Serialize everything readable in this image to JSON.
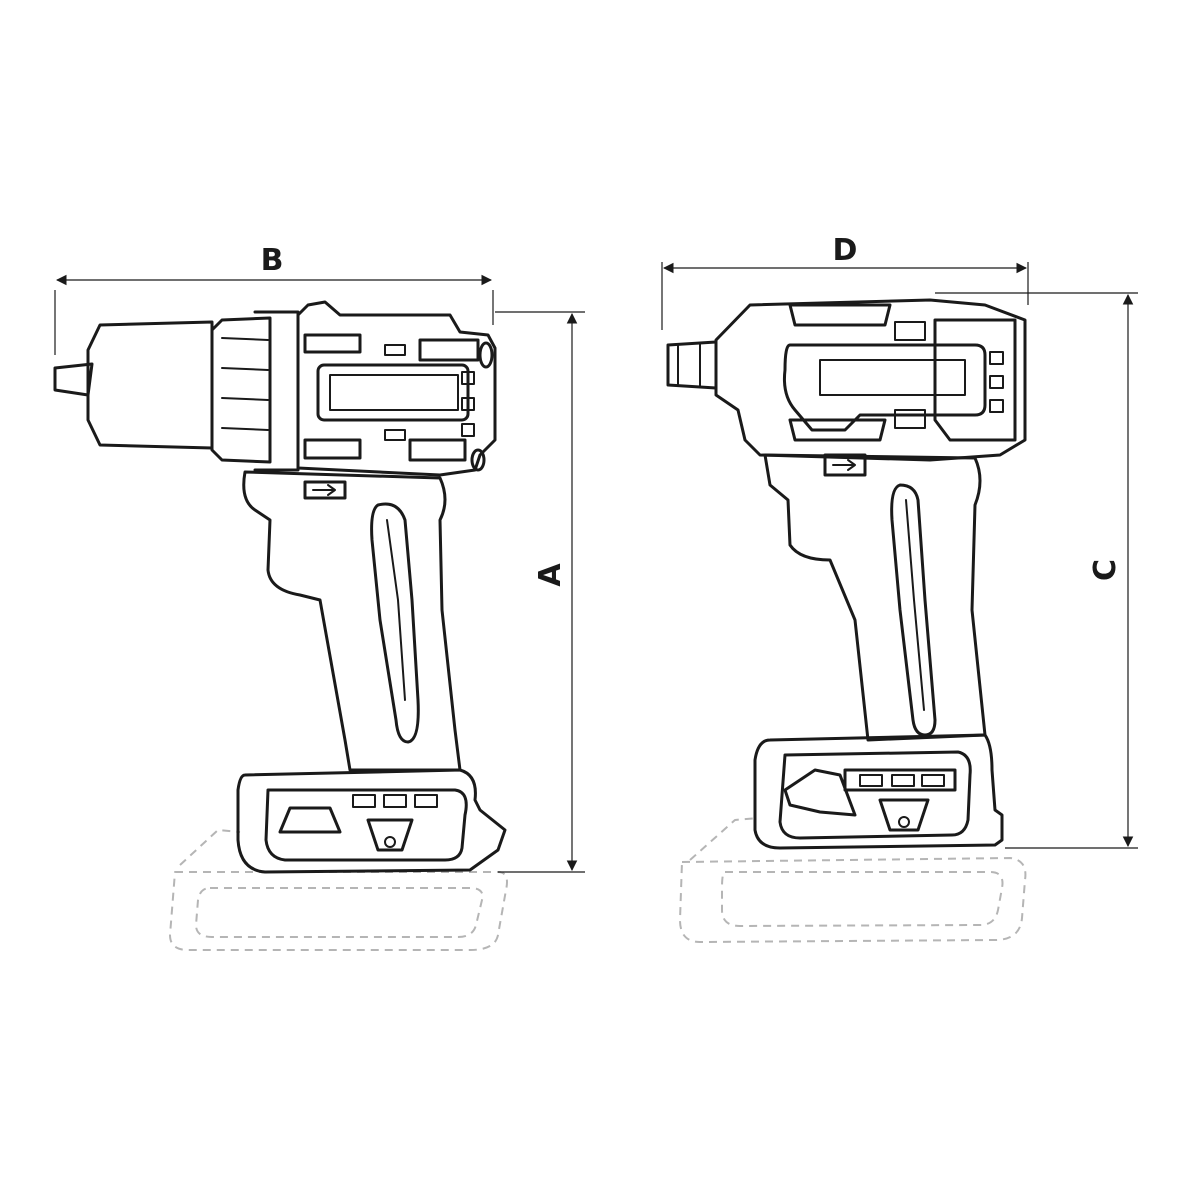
{
  "diagram": {
    "dimension_labels": {
      "a": "A",
      "b": "B",
      "c": "C",
      "d": "D"
    },
    "colors": {
      "line": "#1a1a1a",
      "battery_outline": "#b5b5b5",
      "background": "#ffffff"
    },
    "objects": [
      "drill-driver",
      "impact-driver"
    ]
  }
}
